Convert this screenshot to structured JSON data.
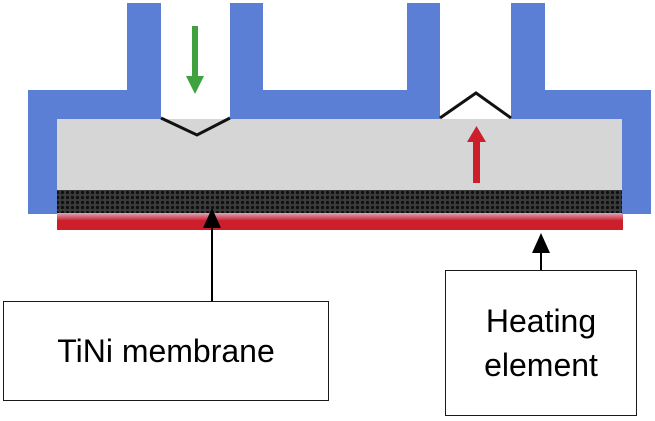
{
  "labels": {
    "membrane": "TiNi membrane",
    "heating_line1": "Heating",
    "heating_line2": "element"
  },
  "colors": {
    "housing": "#5b7fd4",
    "chamber": "#d6d6d6",
    "membrane": "#1c1c1c",
    "heater": "#cc1f2b",
    "heater_glow": "#d9a8bb",
    "inlet_arrow": "#3fa23f",
    "outlet_arrow": "#cc1f2b",
    "valve_flap": "#111111",
    "pointer": "#000000"
  },
  "icons": {
    "inlet": "arrow-down-icon",
    "outlet": "arrow-up-icon",
    "pointer": "arrow-up-icon"
  }
}
